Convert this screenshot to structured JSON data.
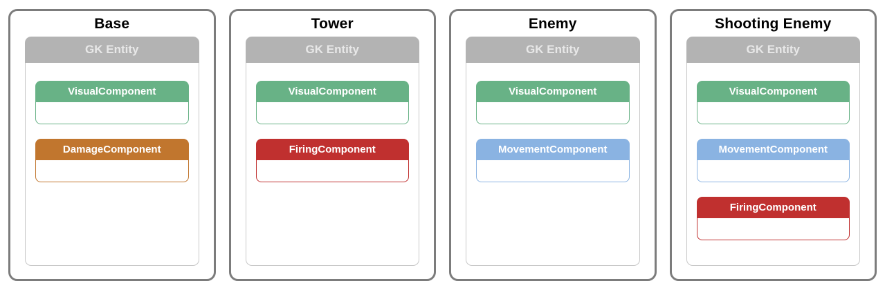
{
  "entity_label": "GK Entity",
  "colors": {
    "panel_border": "#7C7C7C",
    "entity_header_bg": "#B3B3B3",
    "entity_header_text": "#E8E8E8",
    "entity_body_border": "#C8C8C8",
    "component_label_text": "#FFFFFF",
    "green": "#68B286",
    "orange": "#C1762E",
    "red": "#C0302F",
    "blue": "#8AB3E2"
  },
  "panels": [
    {
      "title": "Base",
      "entity_label": "GK Entity",
      "components": [
        {
          "label": "VisualComponent",
          "color_key": "green"
        },
        {
          "label": "DamageComponent",
          "color_key": "orange"
        }
      ]
    },
    {
      "title": "Tower",
      "entity_label": "GK Entity",
      "components": [
        {
          "label": "VisualComponent",
          "color_key": "green"
        },
        {
          "label": "FiringComponent",
          "color_key": "red"
        }
      ]
    },
    {
      "title": "Enemy",
      "entity_label": "GK Entity",
      "components": [
        {
          "label": "VisualComponent",
          "color_key": "green"
        },
        {
          "label": "MovementComponent",
          "color_key": "blue"
        }
      ]
    },
    {
      "title": "Shooting Enemy",
      "entity_label": "GK Entity",
      "components": [
        {
          "label": "VisualComponent",
          "color_key": "green"
        },
        {
          "label": "MovementComponent",
          "color_key": "blue"
        },
        {
          "label": "FiringComponent",
          "color_key": "red"
        }
      ]
    }
  ]
}
